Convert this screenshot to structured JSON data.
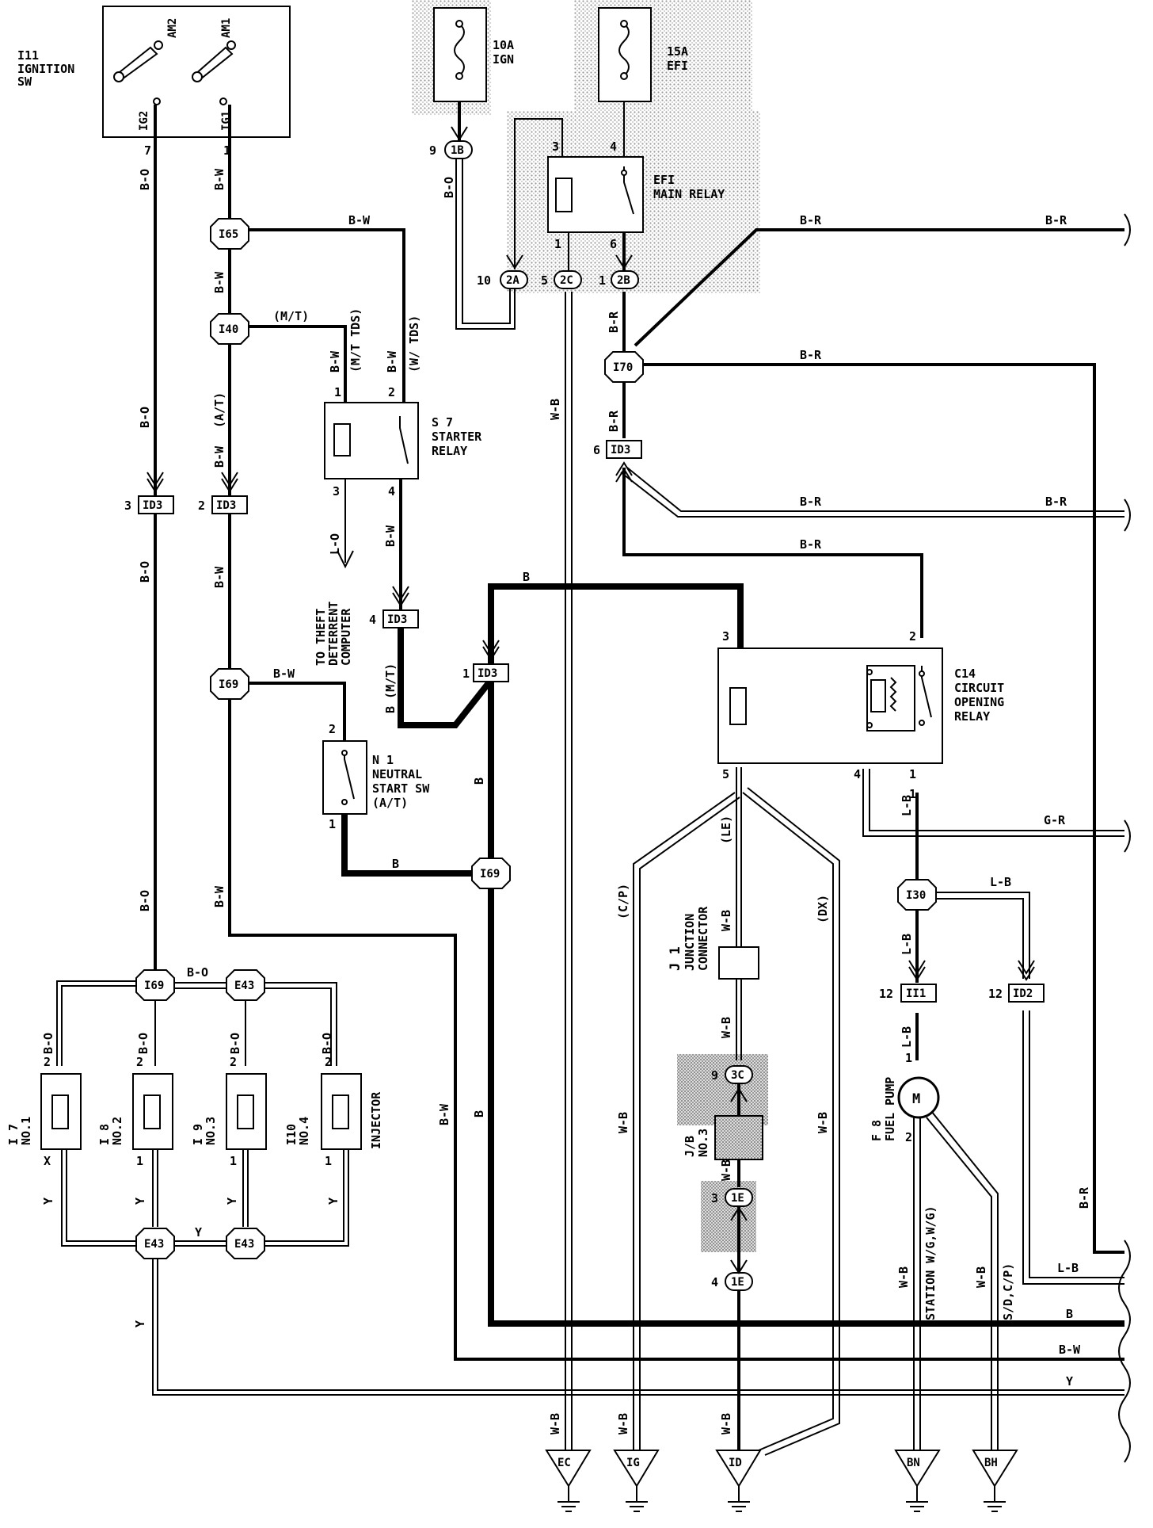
{
  "components": {
    "ignition_sw": {
      "id": "I11",
      "name": [
        "IGNITION",
        "SW"
      ],
      "terminals": [
        "AM2",
        "AM1",
        "IG2",
        "IG1"
      ],
      "pins": [
        "7",
        "1"
      ]
    },
    "fuse_ign": {
      "rating": "10A",
      "name": "IGN"
    },
    "fuse_efi": {
      "rating": "15A",
      "name": "EFI"
    },
    "efi_main_relay": {
      "name": [
        "EFI",
        "MAIN RELAY"
      ],
      "pins": [
        "3",
        "4",
        "1",
        "6"
      ]
    },
    "starter_relay": {
      "id": "S 7",
      "name": [
        "STARTER",
        "RELAY"
      ],
      "pins": [
        "1",
        "2",
        "3",
        "4"
      ]
    },
    "neutral_start_sw": {
      "id": "N 1",
      "name": [
        "NEUTRAL",
        "START SW",
        "(A/T)"
      ],
      "pins": [
        "2",
        "1"
      ]
    },
    "circuit_opening_relay": {
      "id": "C14",
      "name": [
        "CIRCUIT",
        "OPENING",
        "RELAY"
      ],
      "pins": [
        "3",
        "2",
        "5",
        "4",
        "1"
      ]
    },
    "junction_connector": {
      "id": "J 1",
      "name": [
        "JUNCTION",
        "CONNECTOR"
      ]
    },
    "jb3": {
      "id": [
        "J/B",
        "NO.3"
      ]
    },
    "fuel_pump": {
      "id": "F 8",
      "name": "FUEL PUMP",
      "motor": "M",
      "pins": [
        "1",
        "2"
      ]
    },
    "injector_label": "INJECTOR",
    "injectors": [
      {
        "id": "I 7",
        "no": "NO.1",
        "pin_top": "2",
        "pin_bot": "X"
      },
      {
        "id": "I 8",
        "no": "NO.2",
        "pin_top": "2",
        "pin_bot": "1"
      },
      {
        "id": "I 9",
        "no": "NO.3",
        "pin_top": "2",
        "pin_bot": "1"
      },
      {
        "id": "I10",
        "no": "NO.4",
        "pin_top": "2",
        "pin_bot": "1"
      }
    ],
    "theft_note": [
      "TO THEFT",
      "DETERRENT",
      "COMPUTER"
    ]
  },
  "junctions": {
    "I65": "I65",
    "I40": "I40",
    "I69": "I69",
    "I70": "I70",
    "I30": "I30",
    "E43": "E43",
    "1B": "1B",
    "2A": "2A",
    "2C": "2C",
    "2B": "2B",
    "3C": "3C",
    "1E": "1E"
  },
  "connectors": {
    "ID3": "ID3",
    "II1": "II1",
    "ID2": "ID2"
  },
  "pin_numbers": {
    "p9": "9",
    "p3": "3",
    "p4": "4",
    "p10": "10",
    "p5": "5",
    "p1": "1",
    "p2": "2",
    "p6": "6",
    "p12": "12"
  },
  "wire_colors": {
    "BO": "B-O",
    "BW": "B-W",
    "BR": "B-R",
    "B": "B",
    "LO": "L-O",
    "LB": "L-B",
    "WB": "W-B",
    "GR": "G-R",
    "Y": "Y"
  },
  "wire_notes": {
    "MT": "(M/T)",
    "AT": "(A/T)",
    "MT_TDS": "(M/T TDS)",
    "W_TDS": "(W/ TDS)",
    "B_MT": "B (M/T)",
    "CP": "(C/P)",
    "LE": "(LE)",
    "DX": "(DX)",
    "STATION": "(STATION W/G,W/G)",
    "SDCP": "(S/D,C/P)"
  },
  "grounds": [
    "EC",
    "IG",
    "ID",
    "BN",
    "BH"
  ],
  "colors": {
    "stipple": "#bbbbbb",
    "wire": "#000000"
  }
}
